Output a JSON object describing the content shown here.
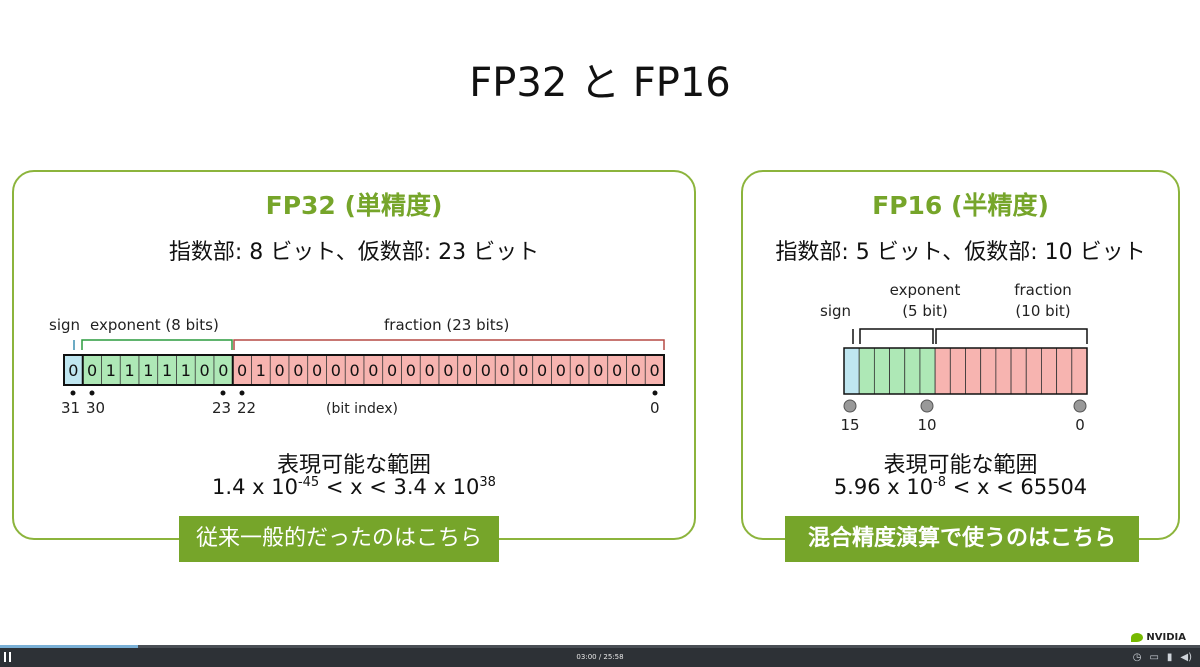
{
  "slide": {
    "title": "FP32 と FP16"
  },
  "fp32": {
    "title": "FP32 (単精度)",
    "subtitle": "指数部: 8 ビット、仮数部: 23 ビット",
    "diagram": {
      "sign_label": "sign",
      "exponent_label": "exponent (8 bits)",
      "fraction_label": "fraction (23 bits)",
      "bits": [
        "0",
        "0",
        "1",
        "1",
        "1",
        "1",
        "1",
        "0",
        "0",
        "0",
        "1",
        "0",
        "0",
        "0",
        "0",
        "0",
        "0",
        "0",
        "0",
        "0",
        "0",
        "0",
        "0",
        "0",
        "0",
        "0",
        "0",
        "0",
        "0",
        "0",
        "0",
        "0"
      ],
      "index_labels": [
        "31",
        "30",
        "23",
        "22",
        "0"
      ],
      "bit_index_label": "(bit index)"
    },
    "range_label": "表現可能な範囲",
    "range": {
      "lower_mantissa": "1.4 x 10",
      "lower_exp": "-45",
      "middle": " < x < 3.4 x 10",
      "upper_exp": "38"
    },
    "cta": "従来一般的だったのはこちら"
  },
  "fp16": {
    "title": "FP16 (半精度)",
    "subtitle": "指数部: 5 ビット、仮数部: 10 ビット",
    "diagram": {
      "sign_label": "sign",
      "exponent_label_1": "exponent",
      "exponent_label_2": "(5 bit)",
      "fraction_label_1": "fraction",
      "fraction_label_2": "(10 bit)",
      "index_labels": [
        "15",
        "10",
        "0"
      ]
    },
    "range_label": "表現可能な範囲",
    "range": {
      "lower_mantissa": "5.96 x 10",
      "lower_exp": "-8",
      "rest": " < x < 65504"
    },
    "cta": "混合精度演算で使うのはこちら"
  },
  "player": {
    "time": "03:00 / 25:58",
    "progress": 0.115,
    "brand": "NVIDIA",
    "icons": [
      "pause-icon",
      "speed-icon",
      "screen-icon",
      "signal-icon",
      "volume-icon"
    ]
  },
  "colors": {
    "accent": "#76a52a",
    "sign": "#bfe6f0",
    "exponent": "#aee8b6",
    "fraction": "#f7b4b0"
  }
}
